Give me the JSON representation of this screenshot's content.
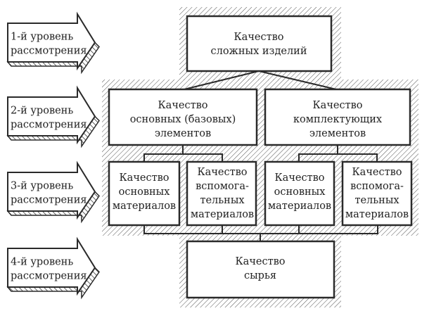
{
  "levels": [
    {
      "line1": "1-й уровень",
      "line2": "рассмотрения"
    },
    {
      "line1": "2-й уровень",
      "line2": "рассмотрения"
    },
    {
      "line1": "3-й уровень",
      "line2": "рассмотрения"
    },
    {
      "line1": "4-й уровень",
      "line2": "рассмотрения"
    }
  ],
  "level1": {
    "line1": "Качество",
    "line2": "сложных изделий"
  },
  "level2": [
    {
      "line1": "Качество",
      "line2": "основных (базовых)",
      "line3": "элементов"
    },
    {
      "line1": "Качество",
      "line2": "комплектующих",
      "line3": "элементов"
    }
  ],
  "level3": [
    {
      "line1": "Качество",
      "line2": "основных",
      "line3": "материалов"
    },
    {
      "line1": "Качество",
      "line2": "вспомога-",
      "line3": "тельных",
      "line4": "материалов"
    },
    {
      "line1": "Качество",
      "line2": "основных",
      "line3": "материалов"
    },
    {
      "line1": "Качество",
      "line2": "вспомога-",
      "line3": "тельных",
      "line4": "материалов"
    }
  ],
  "level4": {
    "line1": "Качество",
    "line2": "сырья"
  }
}
